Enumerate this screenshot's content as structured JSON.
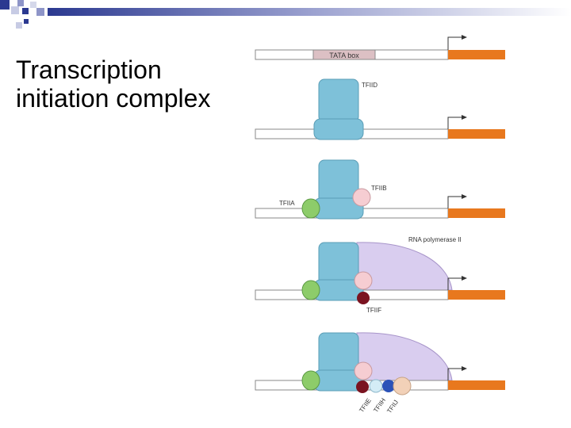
{
  "slide": {
    "title_line1": "Transcription",
    "title_line2": "initiation complex"
  },
  "diagram": {
    "labels": {
      "tata_box": "TATA box",
      "tfiid": "TFIID",
      "tfiib": "TFIIB",
      "tfiia": "TFIIA",
      "rna_pol": "RNA polymerase II",
      "tfiif": "TFIIF",
      "tfiie": "TFIIE",
      "tfiih": "TFIIH",
      "tfiij": "TFIIJ"
    },
    "colors": {
      "tfiid": "#7ec1d9",
      "tfiia": "#8dcc6a",
      "tfiib": "#f6cdd2",
      "rna_pol": "#d9cdef",
      "tfiif": "#7a1320",
      "tfiie": "#d4ecf6",
      "tfiih": "#2b52b8",
      "tfiij": "#f2d1b8",
      "gene": "#e8781e",
      "tata": "#dcc0c4",
      "deco_blue": "#2b3990"
    }
  }
}
